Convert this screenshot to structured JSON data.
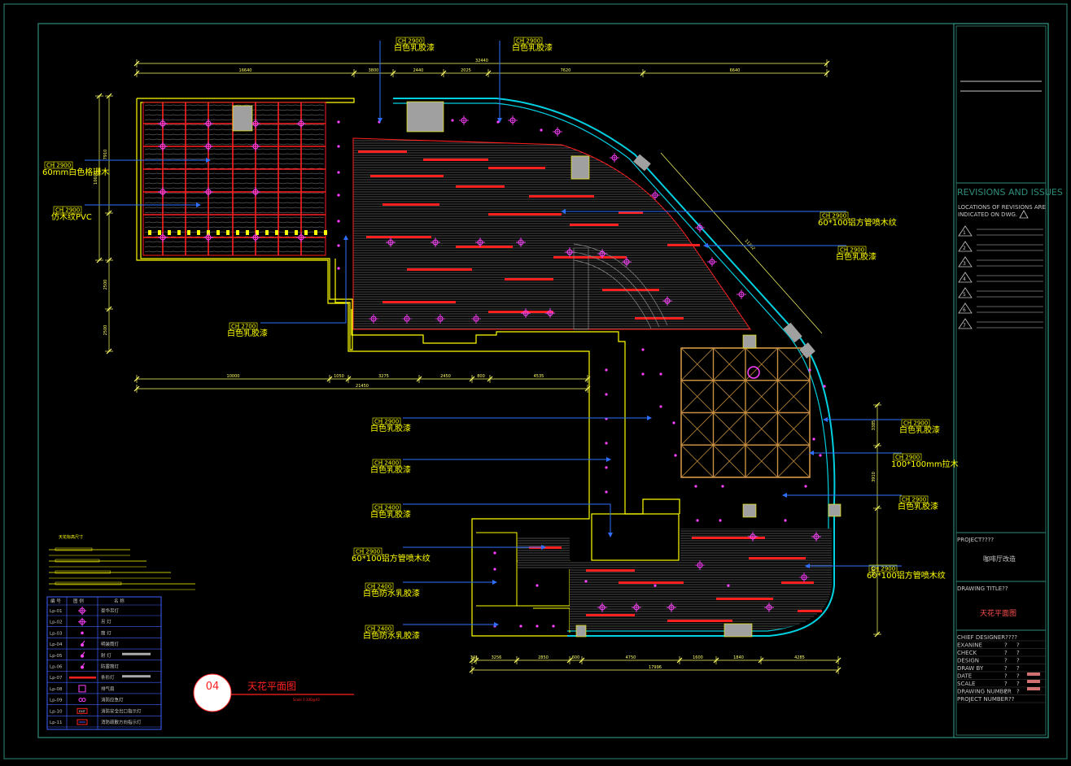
{
  "drawing": {
    "number": "04",
    "title": "天花平面图",
    "scale": "Scale 1:100@A3"
  },
  "annotations": {
    "top_left_1": "白色乳胶漆",
    "top_left_2": "白色乳胶漆",
    "left_1": "60mm白色格珊木",
    "left_2": "仿木纹PVC",
    "left_3": "白色乳胶漆",
    "right_1": "60*100铝方管喷木纹",
    "right_2": "白色乳胶漆",
    "mid_1": "白色乳胶漆",
    "mid_2": "白色乳胶漆",
    "mid_3": "白色乳胶漆",
    "mid_4": "60*100铝方管喷木纹",
    "mid_5": "白色防水乳胶漆",
    "mid_6": "白色防水乳胶漆",
    "rb_1": "白色乳胶漆",
    "rb_2": "100*100mm拉木",
    "rb_3": "白色乳胶漆",
    "rb_4": "60*100铝方管喷木纹"
  },
  "tags": [
    "CH 2900",
    "CH 2900",
    "CH 2900",
    "CH 2900",
    "CH 2700",
    "CH 2900",
    "CH 2900",
    "CH 2900",
    "CH 2400",
    "CH 2400",
    "CH 2900",
    "CH 2400",
    "CH 2400",
    "CH 2900",
    "CH 2900",
    "CH 2900",
    "CH 2900"
  ],
  "dimensions": {
    "top_overall": "32440",
    "top_segments": [
      "16640",
      "3800",
      "2440",
      "2025",
      "7620",
      "6640"
    ],
    "mid_overall": "21450",
    "mid_segments": [
      "10000",
      "1050",
      "3275",
      "2450",
      "800",
      "4535"
    ],
    "bottom_overall": "17996",
    "bottom_segments": [
      "341",
      "3256",
      "2850",
      "600",
      "4750",
      "1600",
      "1840",
      "4285"
    ],
    "left_segments": [
      "7910",
      "10600",
      "2500",
      "2500"
    ],
    "diag": "11252",
    "right_segments": [
      "3385",
      "3910",
      "3885"
    ]
  },
  "legend": {
    "headers": [
      "编 号",
      "图  例",
      "名  称"
    ],
    "rows": [
      {
        "code": "Lp-01",
        "name": "豪华吊灯"
      },
      {
        "code": "Lp-02",
        "name": "吊  灯"
      },
      {
        "code": "Lp-03",
        "name": "筒  灯"
      },
      {
        "code": "Lp-04",
        "name": "明装筒灯"
      },
      {
        "code": "Lp-05",
        "name": "射  灯"
      },
      {
        "code": "Lp-06",
        "name": "防雾筒灯"
      },
      {
        "code": "Lp-07",
        "name": "条形灯"
      },
      {
        "code": "Lp-08",
        "name": "排气扇"
      },
      {
        "code": "Lp-09",
        "name": "消防应急灯"
      },
      {
        "code": "Lp-10",
        "name": "消防安全出口指示灯"
      },
      {
        "code": "Lp-11",
        "name": "消防疏散方向指示灯"
      }
    ],
    "exit_label": "EXIT",
    "scale_bar_title": "天花标高尺寸"
  },
  "title_block": {
    "revisions_title": "REVISIONS AND ISSUES",
    "revisions_note_1": "LOCATIONS OF REVISIONS ARE",
    "revisions_note_2": "INDICATED ON DWG.",
    "revision_numbers": [
      "1",
      "2",
      "3",
      "4",
      "5",
      "6",
      "7"
    ],
    "project_label": "PROJECT????",
    "project_value": "咖啡厅改造",
    "drawing_title_label": "DRAWING   TITLE??",
    "drawing_title_value": "天花平面图",
    "fields": [
      "CHIEF DESIGNER????",
      "EXANINE",
      "CHECK",
      "DESIGN",
      "DRAW BY",
      "DATE",
      "SCALE",
      "DRAWING NUMBER",
      "PROJECT NUMBER??"
    ]
  },
  "colors": {
    "background": "#000000",
    "frame": "#2e8b7a",
    "wall": "#ffff00",
    "wood": "#ff2020",
    "curve": "#00d0e0",
    "light": "#ff40ff",
    "arrow": "#2f6fff"
  }
}
